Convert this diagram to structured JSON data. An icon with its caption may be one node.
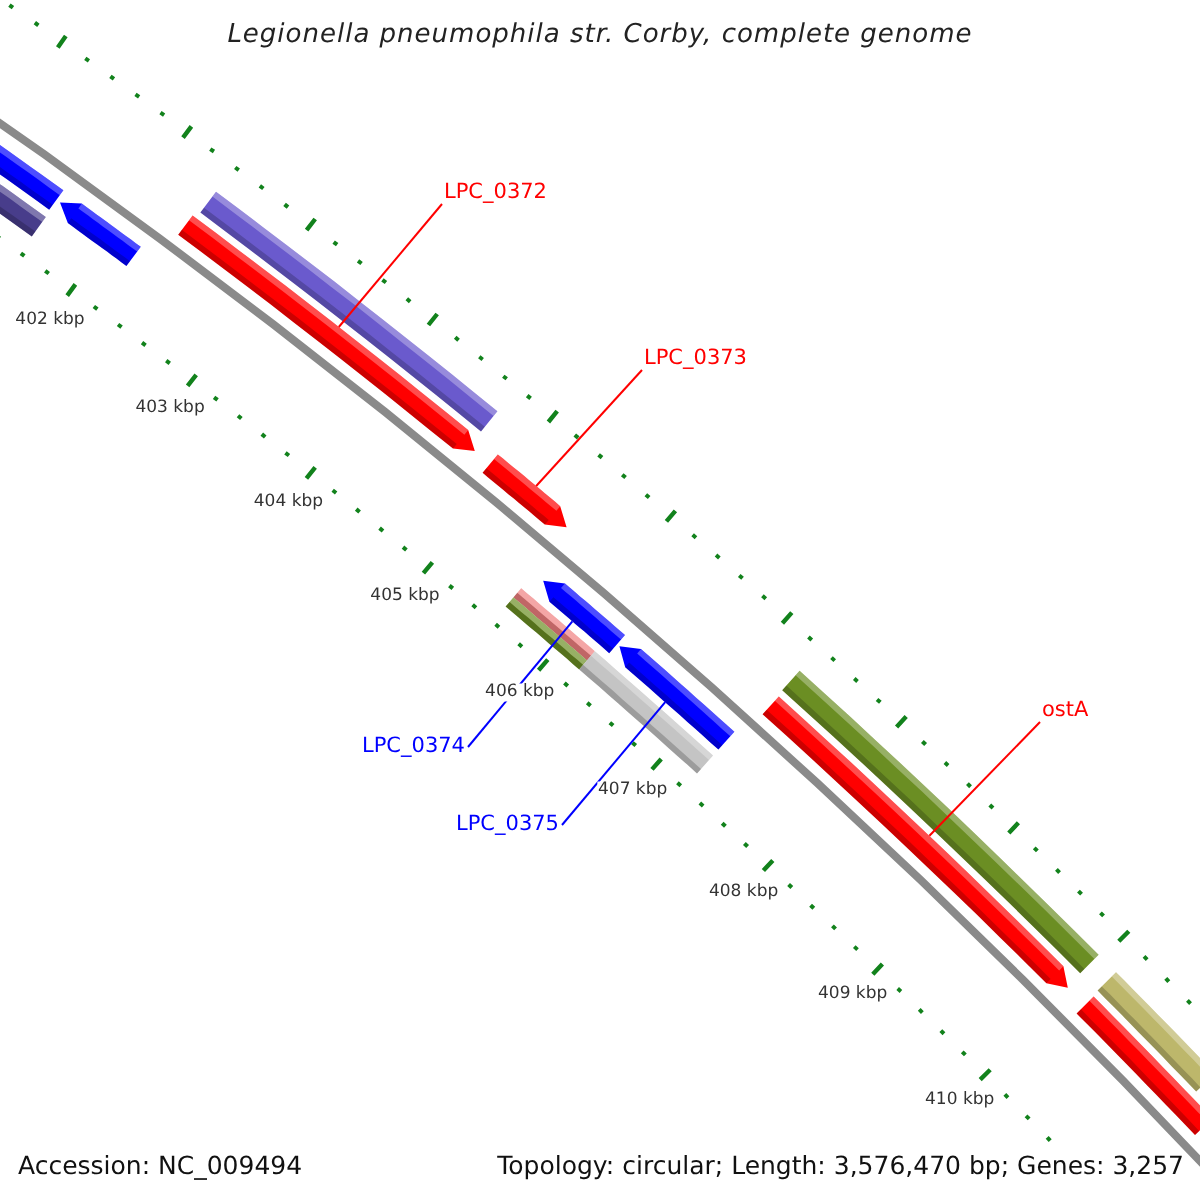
{
  "diagram": {
    "title": "Legionella pneumophila str. Corby, complete genome",
    "nodes": [
      {
        "text": [],
        "shape": "arrow"
      },
      {
        "text": [],
        "shape": "arrow"
      },
      {
        "text": [],
        "shape": "arrow"
      },
      {
        "text": [
          "LPC_0372"
        ]
      },
      {
        "text": [],
        "shape": "bar"
      },
      {
        "text": [],
        "shape": "arrow"
      },
      {
        "text": [
          "LPC_0373"
        ]
      },
      {
        "text": [],
        "shape": "arrow"
      },
      {
        "text": [],
        "shape": "arrow"
      },
      {
        "text": [],
        "shape": "bar"
      },
      {
        "text": [],
        "shape": "bar"
      },
      {
        "text": [],
        "shape": "arrow"
      },
      {
        "text": [],
        "shape": "bar"
      },
      {
        "text": [
          "LPC_0374"
        ]
      },
      {
        "text": [
          "LPC_0375"
        ]
      },
      {
        "text": [],
        "shape": "bar"
      },
      {
        "text": [],
        "shape": "arrow"
      },
      {
        "text": [
          "ostA"
        ]
      },
      {
        "text": [],
        "shape": "bar"
      },
      {
        "text": [],
        "shape": "arrow"
      }
    ],
    "edges": [
      {
        "from": 3,
        "to": 5,
        "arrow": "none"
      },
      {
        "from": 6,
        "to": 7,
        "arrow": "none"
      },
      {
        "from": 13,
        "to": 8,
        "arrow": "none",
        "color": "#0000ff"
      },
      {
        "from": 14,
        "to": 11,
        "arrow": "none",
        "color": "#0000ff"
      },
      {
        "from": 17,
        "to": 16,
        "arrow": "none"
      }
    ],
    "labels": [
      "402 kbp",
      "403 kbp",
      "404 kbp",
      "405 kbp",
      "406 kbp",
      "407 kbp",
      "408 kbp",
      "409 kbp",
      "410 kbp",
      "Accession: NC_009494",
      "Topology: circular; Length: 3,576,470 bp; Genes: 3,257"
    ]
  }
}
